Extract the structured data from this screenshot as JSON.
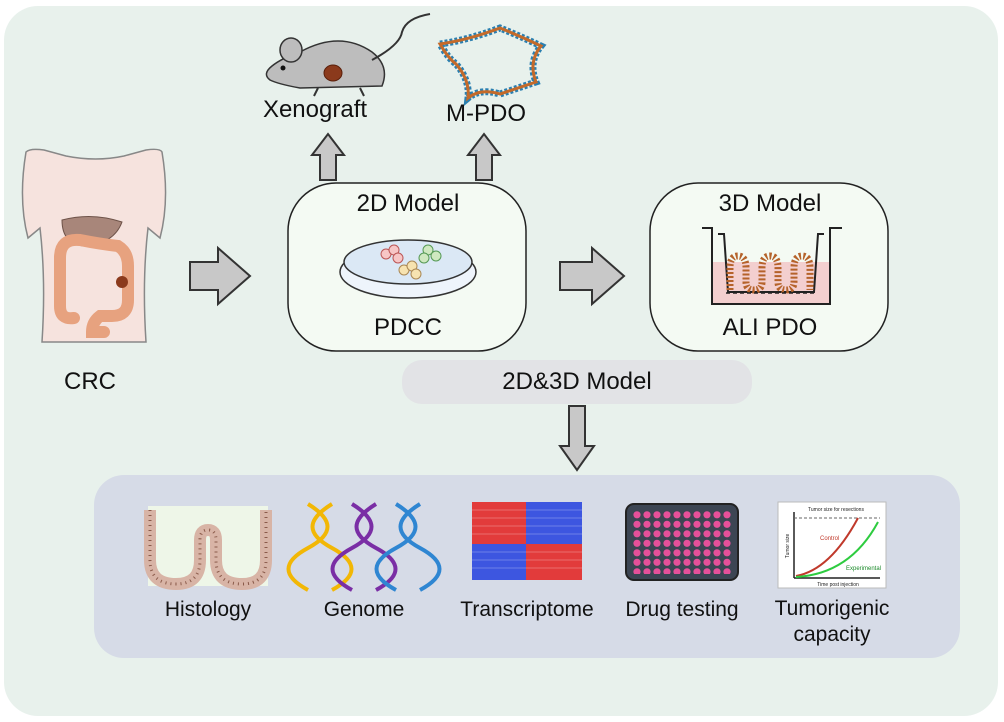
{
  "labels": {
    "xenograft": "Xenograft",
    "mpdo": "M-PDO",
    "crc": "CRC",
    "model2d": "2D Model",
    "pdcc": "PDCC",
    "model3d": "3D Model",
    "alipdo": "ALI PDO",
    "combined": "2D&3D Model"
  },
  "applications": [
    {
      "label": "Histology"
    },
    {
      "label": "Genome"
    },
    {
      "label": "Transcriptome"
    },
    {
      "label": "Drug testing"
    },
    {
      "label": "Tumorigenic capacity"
    }
  ],
  "tumor_plot": {
    "title": "Tumor size for resections",
    "xlabel": "Time post injection",
    "ylabel": "Tumor size",
    "series": [
      {
        "name": "Control"
      },
      {
        "name": "Experimental"
      }
    ]
  },
  "colors": {
    "background": "#e8f1ec",
    "arrow_fill": "#c8c8c8",
    "box_fill": "#f4faf3",
    "app_panel": "#d6dbe7",
    "heatmap_red": "#e23b3b",
    "heatmap_blue": "#3d56e0",
    "dna_yellow": "#f2b705",
    "dna_purple": "#7a2ea5",
    "dna_blue": "#2f86d2",
    "control_curve": "#c0392b",
    "experimental_curve": "#2ecc40"
  }
}
